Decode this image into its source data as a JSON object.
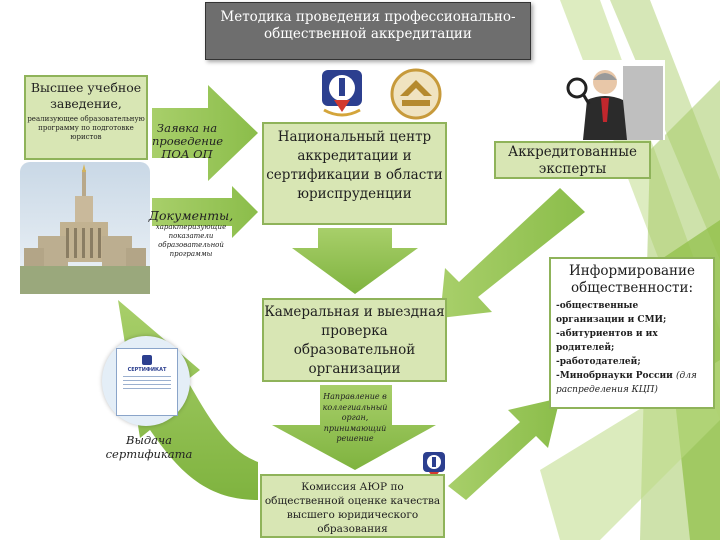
{
  "title": "Методика проведения профессионально-общественной аккредитации",
  "university": {
    "heading": "Высшее учебное заведение,",
    "desc": "реализующее образовательную программу по подготовке юристов"
  },
  "application_note": "Заявка на проведение ПОА ОП",
  "documents": {
    "heading": "Документы,",
    "desc": "характеризующие показатели образовательной программы"
  },
  "national_center": "Национальный центр аккредитации и сертификации в области юриспруденции",
  "experts": "Аккредитованные эксперты",
  "review": "Камеральная и выездная проверка образовательной организации",
  "direction_note": "Направление в коллегиальный орган, принимающий решение",
  "commission": "Комиссия АЮР по общественной оценке качества высшего юридического образования",
  "certificate_note": "Выдача сертификата",
  "certificate_img": {
    "heading": "СЕРТИФИКАТ"
  },
  "info": {
    "heading": "Информирование общественности:",
    "items": [
      "-общественные организации и СМИ;",
      "-абитуриентов и их родителей;",
      "-работодателей;",
      "-Минобрнауки России"
    ],
    "note": "(для распределения КЦП)"
  },
  "colors": {
    "accent_green": "#9bc05a",
    "box_fill": "#d8e6b4",
    "title_bg": "#6e6e6e"
  }
}
